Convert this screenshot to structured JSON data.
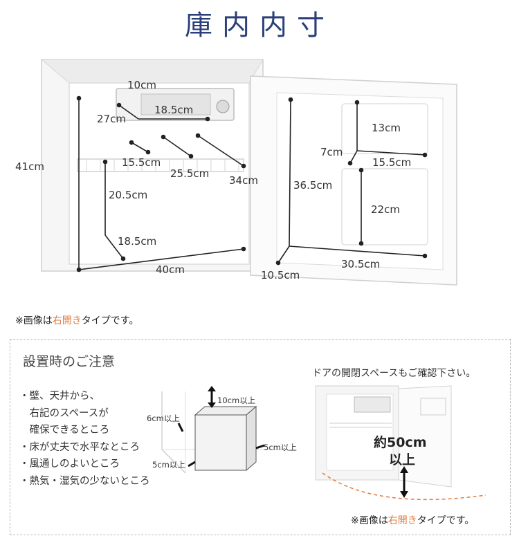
{
  "title": "庫内内寸",
  "dimensions": {
    "freezer_width": "10cm",
    "freezer_depth": "27cm",
    "freezer_inner": "18.5cm",
    "shelf_1": "15.5cm",
    "shelf_2": "25.5cm",
    "shelf_depth": "34cm",
    "total_height": "41cm",
    "lower_height": "20.5cm",
    "lower_depth": "18.5cm",
    "bottom_width": "40cm",
    "door_upper_height": "13cm",
    "door_upper_depth": "7cm",
    "door_upper_width": "15.5cm",
    "door_height": "36.5cm",
    "door_lower_height": "22cm",
    "door_bottom_width": "30.5cm",
    "door_bottom_depth": "10.5cm"
  },
  "note_top": {
    "prefix": "※画像は",
    "accent": "右開き",
    "suffix": "タイプです。"
  },
  "install": {
    "heading": "設置時のご注意",
    "bullets": [
      "・壁、天井から、",
      "　右記のスペースが",
      "　確保できるところ",
      "・床が丈夫で水平なところ",
      "・風通しのよいところ",
      "・熱気・湿気の少ないところ"
    ],
    "clearance_top": "10cm以上",
    "clearance_side_left": "6cm以上",
    "clearance_side_right": "5cm以上",
    "clearance_back": "5cm以上"
  },
  "door_space": {
    "caption": "ドアの開閉スペースもご確認下さい。",
    "size_line1": "約50cm",
    "size_line2": "以上"
  },
  "note_bottom": {
    "prefix": "※画像は",
    "accent": "右開き",
    "suffix": "タイプです。"
  },
  "colors": {
    "title": "#2a3f7a",
    "accent": "#e07a3c",
    "dashed_border": "#b8b8b8",
    "arc": "#e07a3c"
  }
}
